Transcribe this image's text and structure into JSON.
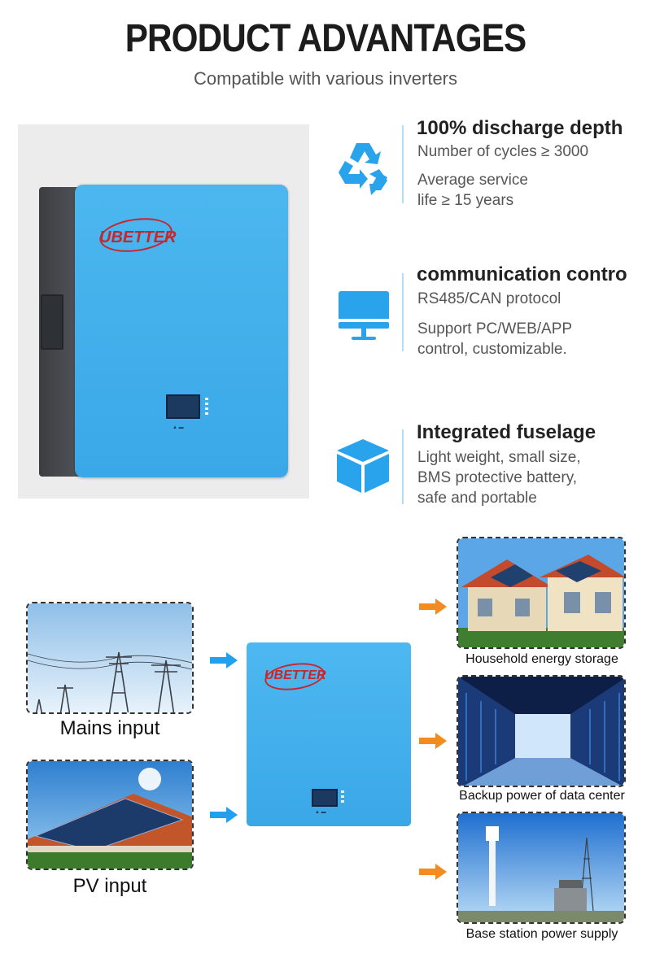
{
  "header": {
    "title": "PRODUCT ADVANTAGES",
    "subtitle": "Compatible with various inverters"
  },
  "product": {
    "brand": "UBETTER"
  },
  "features": [
    {
      "icon": "recycle-icon",
      "title": "100% discharge depth",
      "lines": [
        "Number of cycles ≥ 3000",
        "",
        "Average service",
        "life ≥ 15 years"
      ]
    },
    {
      "icon": "monitor-icon",
      "title": "communication contro",
      "lines": [
        "RS485/CAN protocol",
        "",
        "Support PC/WEB/APP",
        "control, customizable."
      ]
    },
    {
      "icon": "cube-icon",
      "title": "Integrated fuselage",
      "lines": [
        "Light weight, small size,",
        "BMS protective battery,",
        "safe and portable"
      ]
    }
  ],
  "flow": {
    "inputs": [
      {
        "label": "Mains input",
        "image": "power-lines-photo"
      },
      {
        "label": "PV input",
        "image": "solar-roof-photo"
      }
    ],
    "outputs": [
      {
        "label": "Household energy storage",
        "image": "house-solar-photo"
      },
      {
        "label": "Backup power of data center",
        "image": "data-center-photo"
      },
      {
        "label": "Base station power supply",
        "image": "base-station-photo"
      }
    ]
  },
  "colors": {
    "accent_blue": "#3aa8e8",
    "arrow_blue": "#1fa1f0",
    "arrow_orange": "#f58a1f",
    "brand_red": "#c8262d",
    "divider": "#b7dcf5"
  }
}
